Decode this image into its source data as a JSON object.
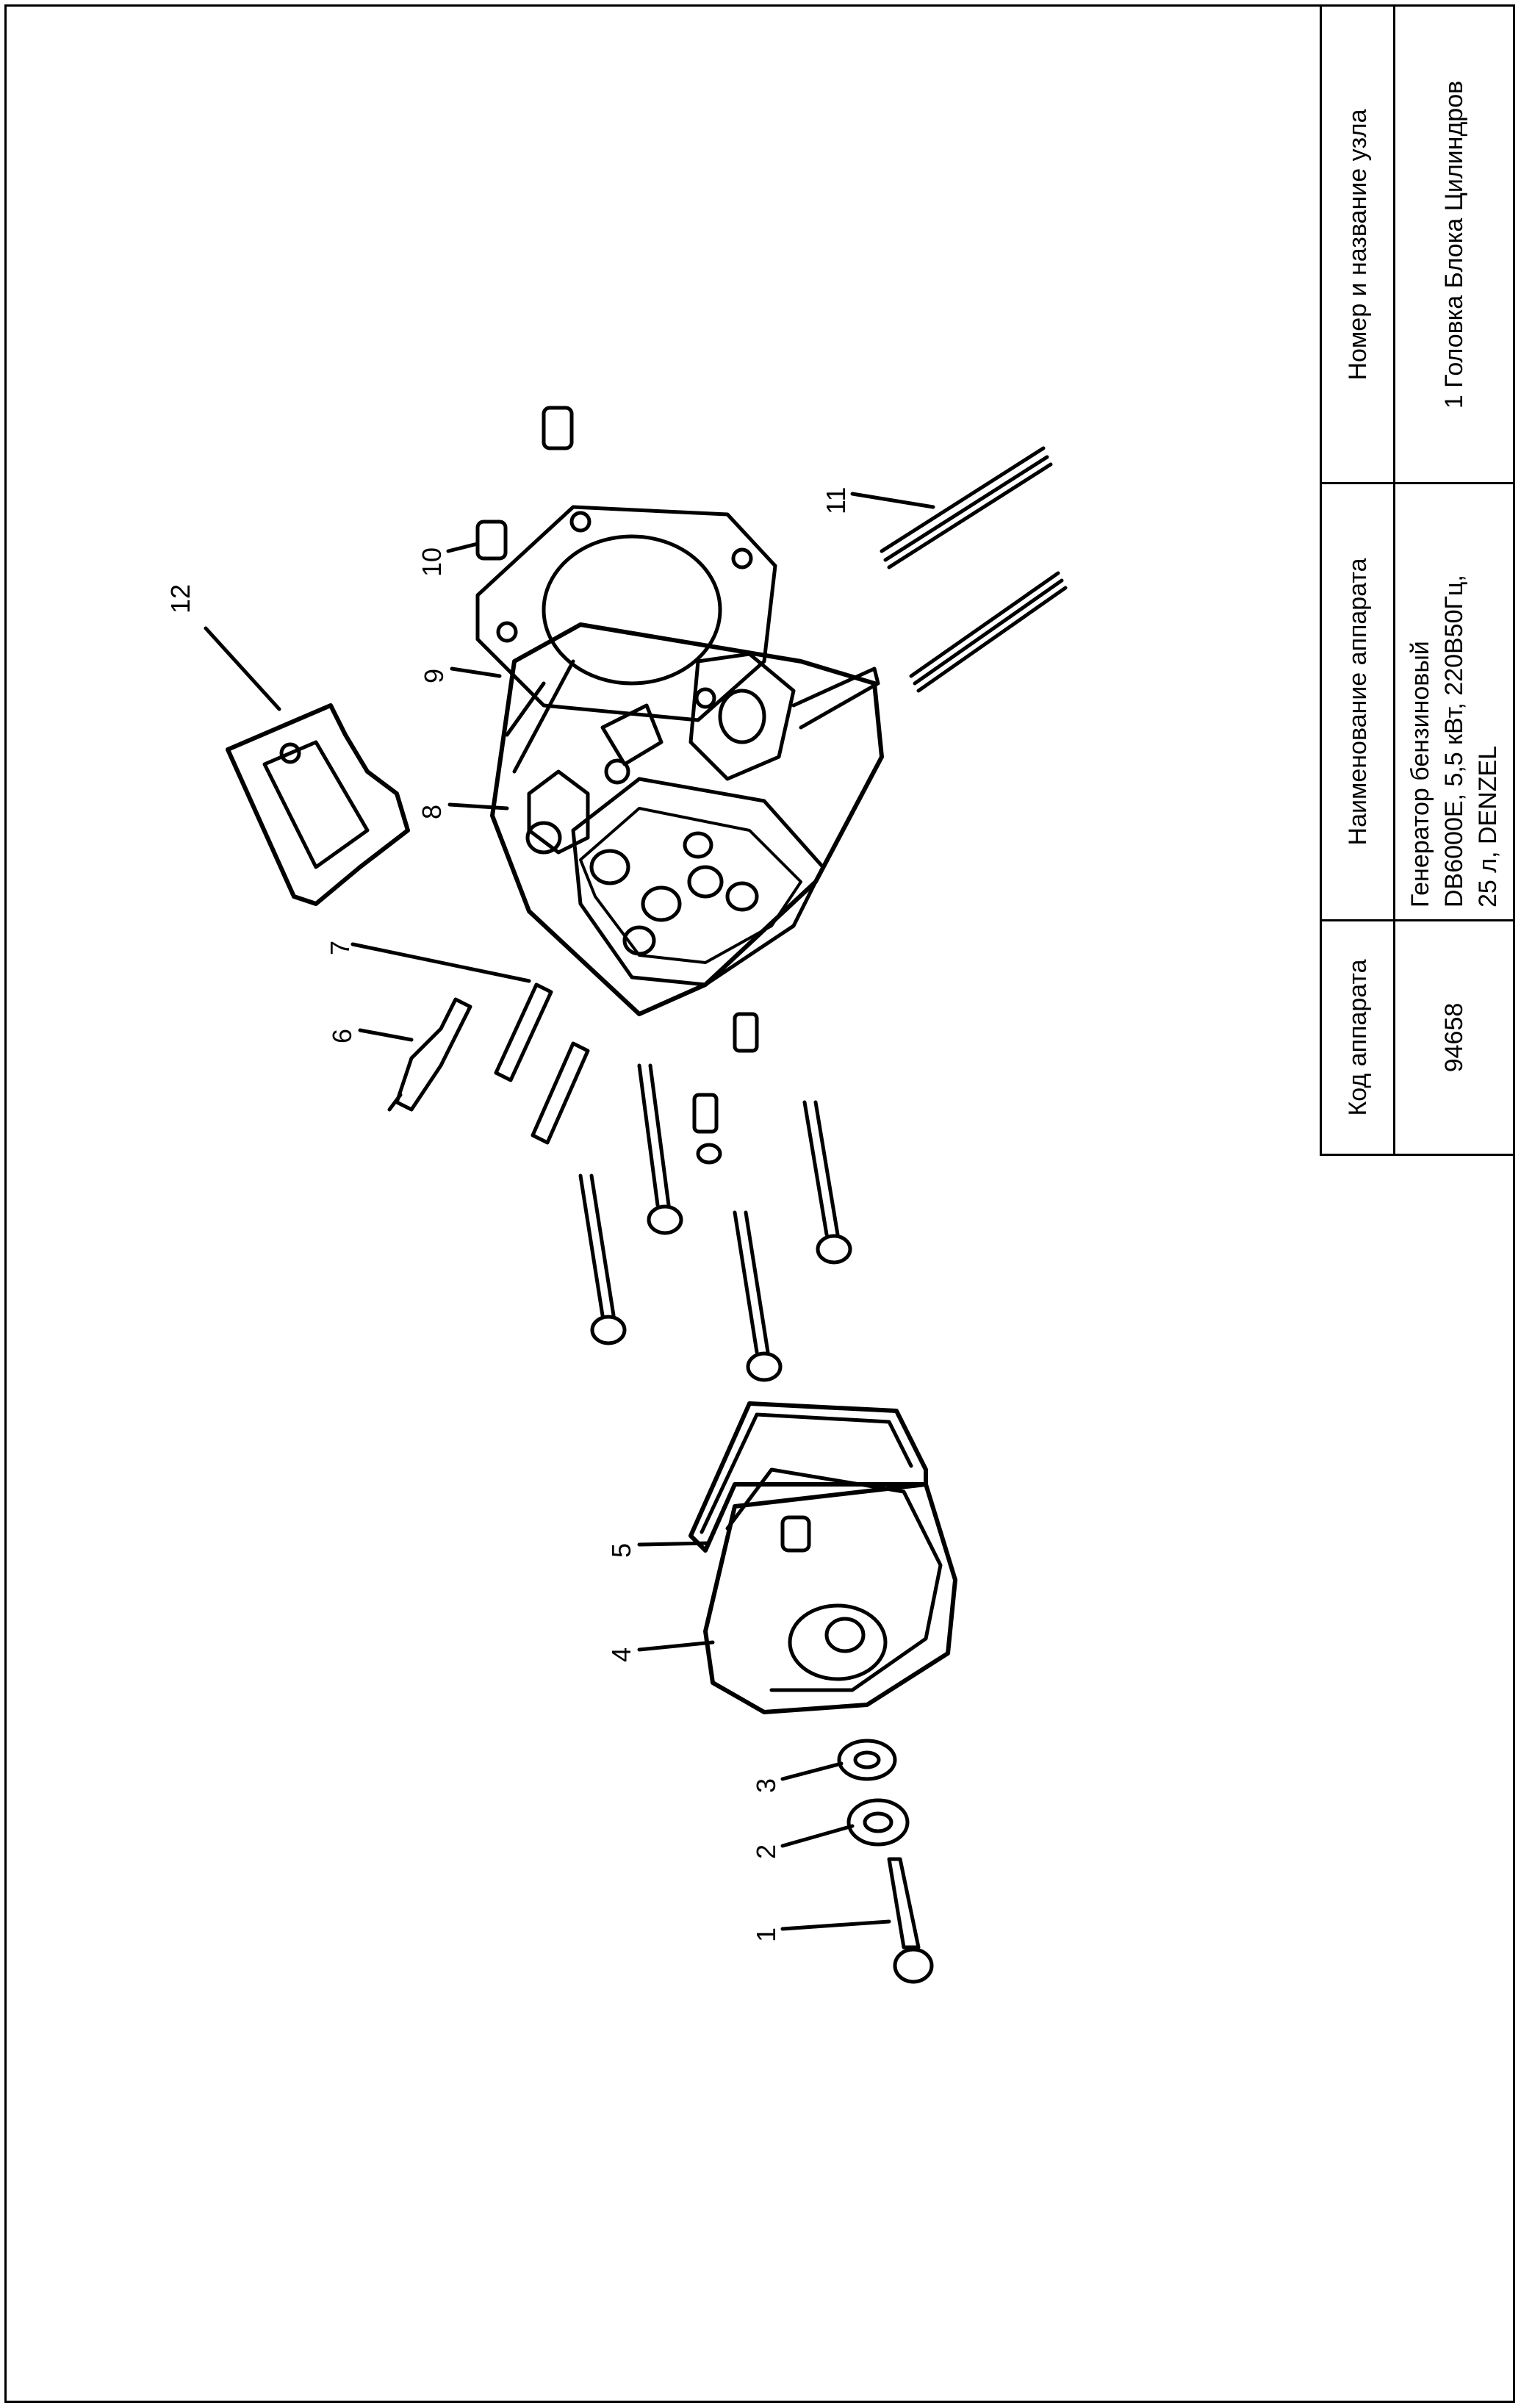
{
  "table": {
    "headers": {
      "code": "Код аппарата",
      "device_name": "Наименование аппарата",
      "unit_name": "Номер и название узла"
    },
    "values": {
      "code": "94658",
      "device_name_lines": [
        "Генератор бензиновый",
        "DB6000E, 5,5 кВт, 220В50Гц,",
        "25 л, DENZEL"
      ],
      "unit_name": "1 Головка Блока Цилиндров"
    }
  },
  "callouts": [
    "1",
    "2",
    "3",
    "4",
    "5",
    "6",
    "7",
    "8",
    "9",
    "10",
    "11",
    "12"
  ]
}
